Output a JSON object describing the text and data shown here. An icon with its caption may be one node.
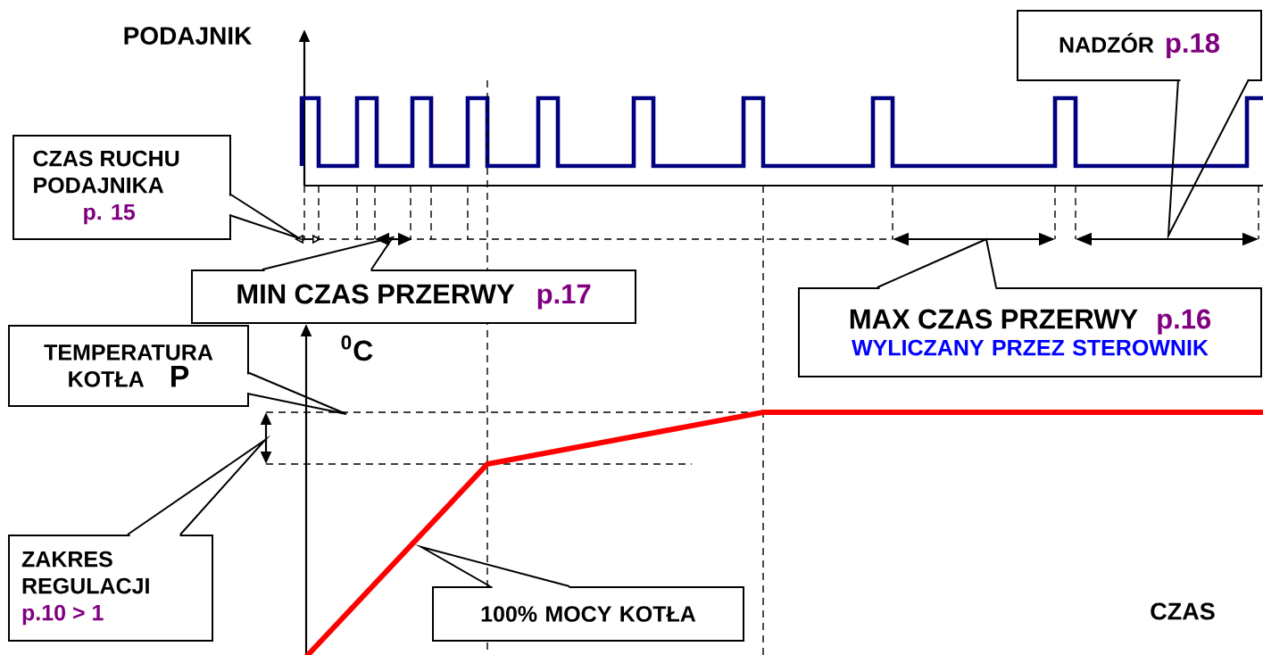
{
  "diagram": {
    "nodes": [
      {
        "text": [
          "CZAS RUCHU PODAJNIKA",
          "p. 15"
        ]
      },
      {
        "text": [
          "MIN CZAS PRZERWY",
          "p.17"
        ]
      },
      {
        "text": [
          "NADZÓR",
          "p.18"
        ]
      },
      {
        "text": [
          "MAX CZAS PRZERWY",
          "p.16",
          "WYLICZANY PRZEZ STEROWNIK"
        ]
      },
      {
        "text": [
          "TEMPERATURA KOTŁA",
          "P"
        ]
      },
      {
        "text": [
          "ZAKRES REGULACJI",
          "p.10 > 1"
        ]
      },
      {
        "text": [
          "100% MOCY KOTŁA"
        ]
      }
    ],
    "edges": [
      {
        "from": 0,
        "to": null,
        "arrow": "none"
      },
      {
        "from": 1,
        "to": null,
        "arrow": "none"
      },
      {
        "from": 2,
        "to": null,
        "arrow": "none"
      },
      {
        "from": 3,
        "to": null,
        "arrow": "none"
      },
      {
        "from": 4,
        "to": null,
        "arrow": "none"
      },
      {
        "from": 5,
        "to": null,
        "arrow": "none"
      },
      {
        "from": 6,
        "to": null,
        "arrow": "none"
      }
    ],
    "labels": [
      "PODAJNIK",
      "$^{0}$C",
      "CZAS"
    ]
  }
}
